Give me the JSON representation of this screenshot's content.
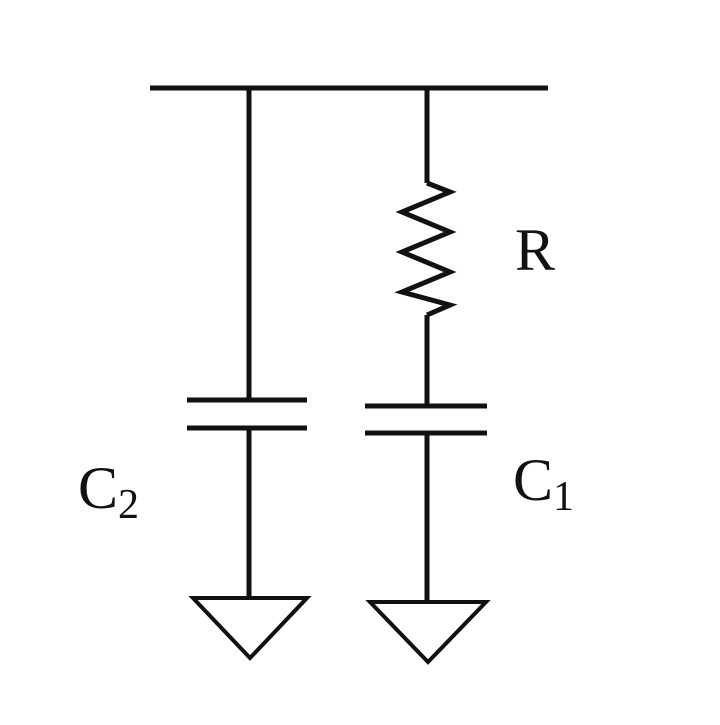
{
  "components": {
    "resistor": {
      "label": "R"
    },
    "capacitor_1": {
      "label": "C",
      "subscript": "1"
    },
    "capacitor_2": {
      "label": "C",
      "subscript": "2"
    }
  },
  "colors": {
    "stroke": "#111111",
    "background": "#ffffff"
  }
}
